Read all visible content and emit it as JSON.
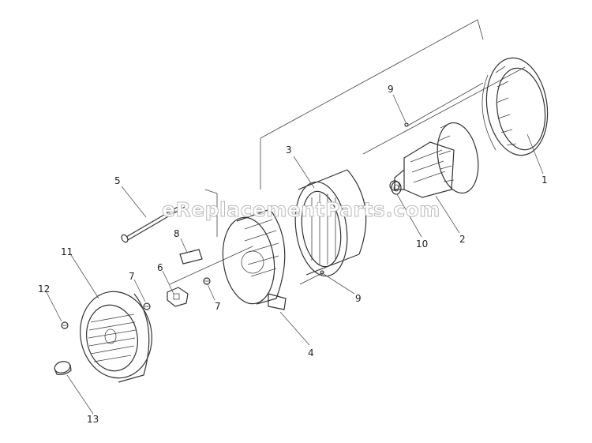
{
  "watermark": "eReplacementParts.com",
  "callouts": [
    {
      "id": "c1",
      "text": "1"
    },
    {
      "id": "c2",
      "text": "2"
    },
    {
      "id": "c3",
      "text": "3"
    },
    {
      "id": "c4",
      "text": "4"
    },
    {
      "id": "c5",
      "text": "5"
    },
    {
      "id": "c6",
      "text": "6"
    },
    {
      "id": "c7a",
      "text": "7"
    },
    {
      "id": "c7b",
      "text": "7"
    },
    {
      "id": "c8",
      "text": "8"
    },
    {
      "id": "c9a",
      "text": "9"
    },
    {
      "id": "c9b",
      "text": "9"
    },
    {
      "id": "c10",
      "text": "10"
    },
    {
      "id": "c11",
      "text": "11"
    },
    {
      "id": "c12",
      "text": "12"
    },
    {
      "id": "c13",
      "text": "13"
    }
  ]
}
